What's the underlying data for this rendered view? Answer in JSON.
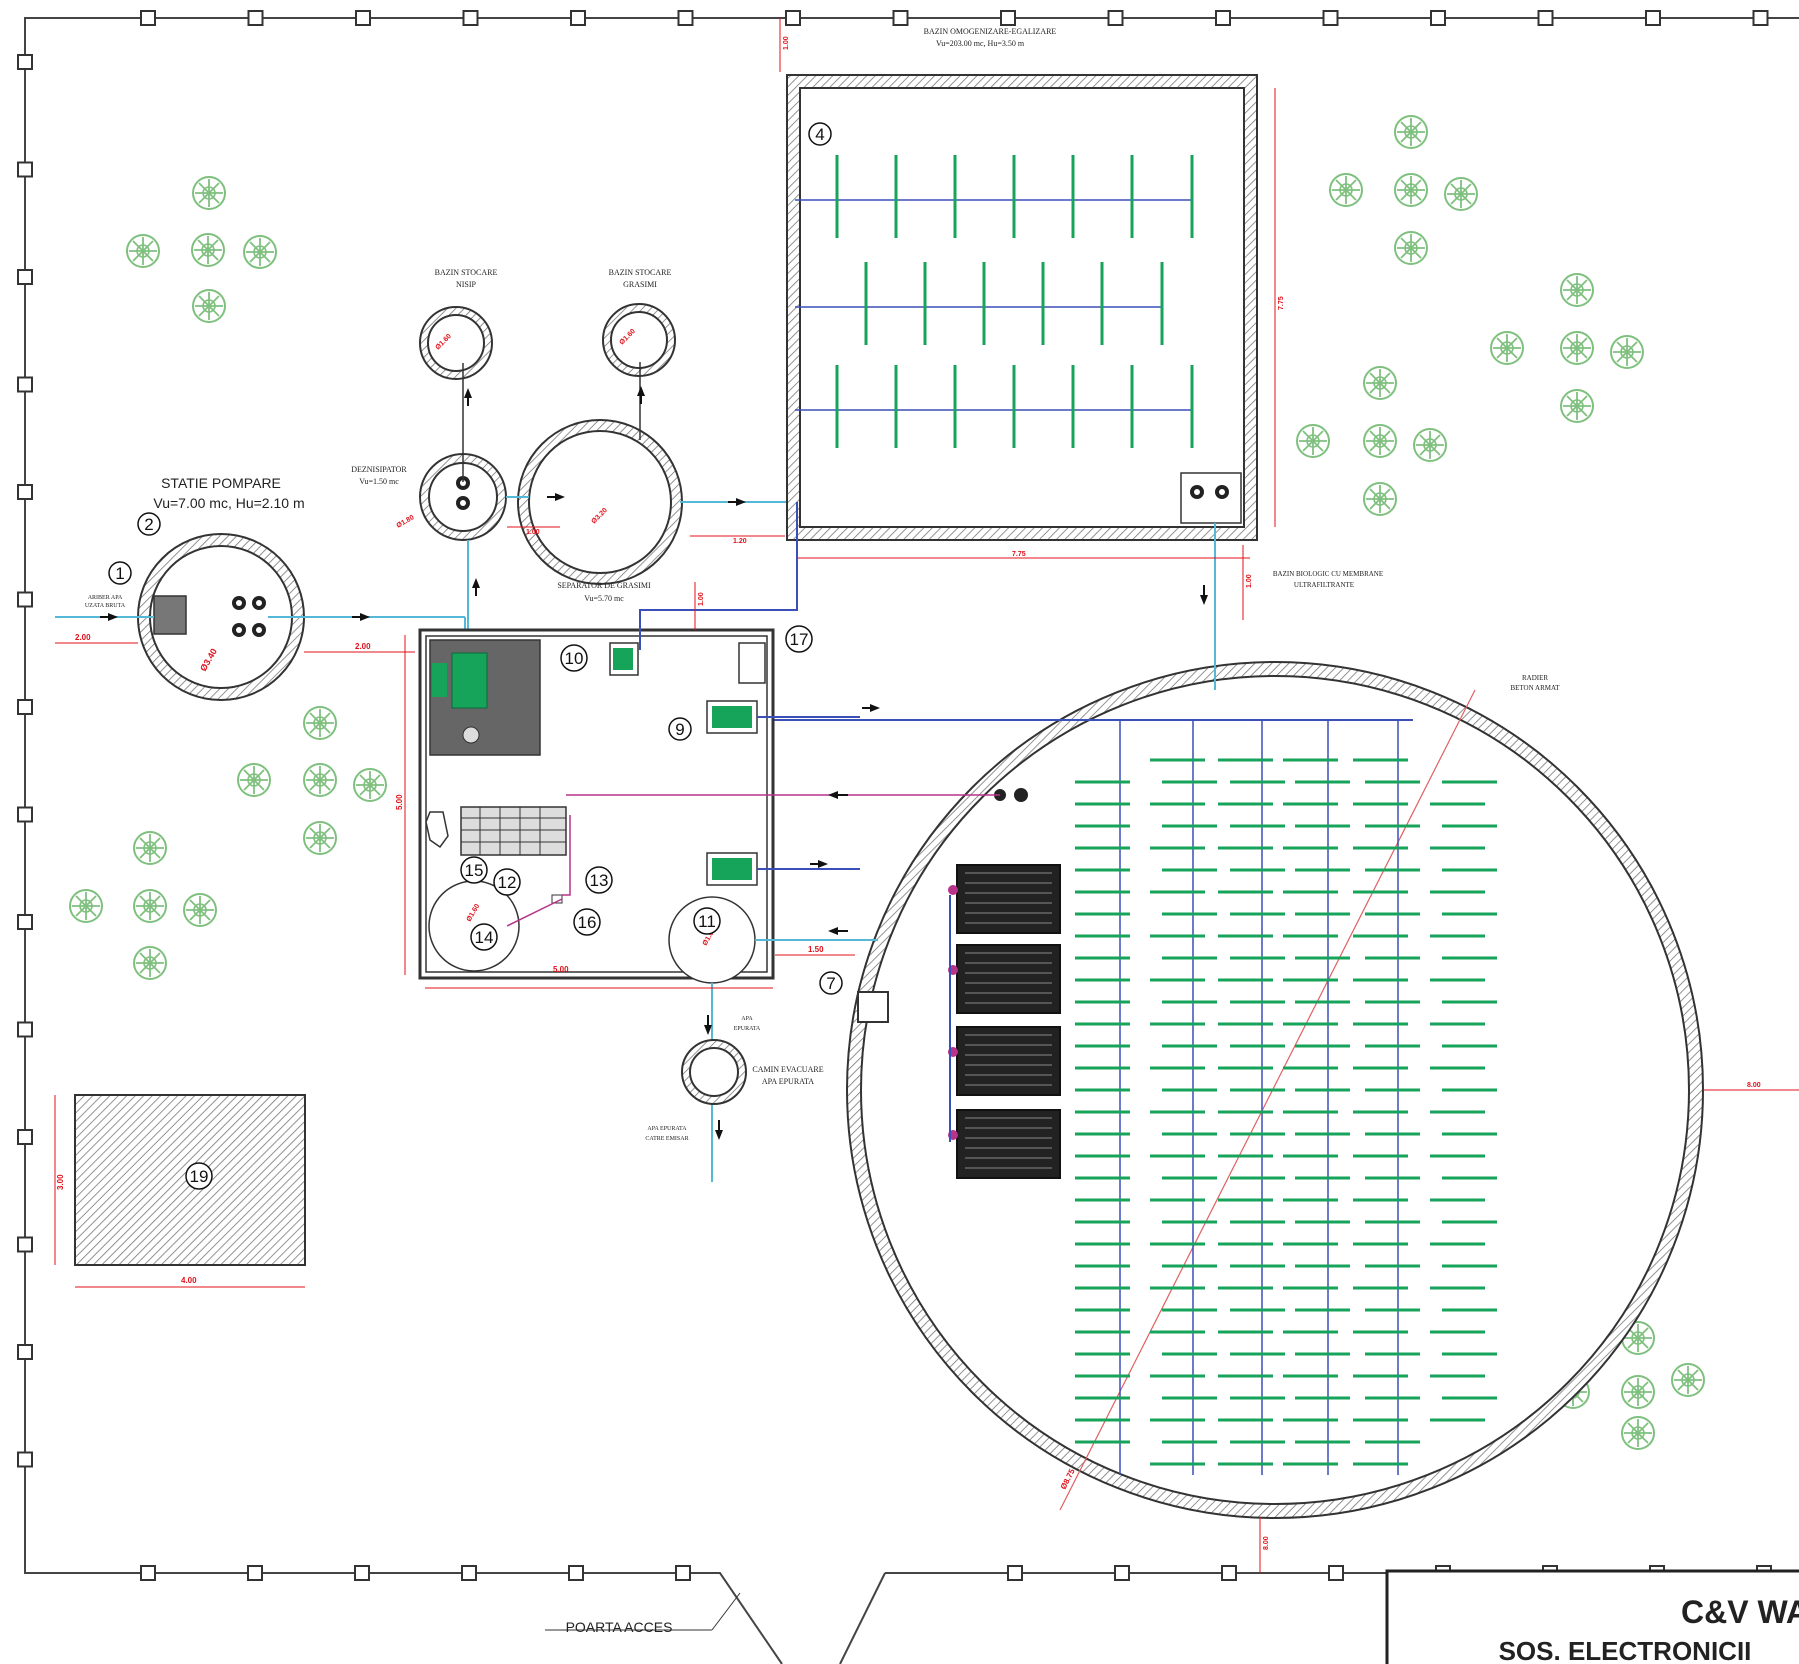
{
  "labels": {
    "statie_pompare_title": "STATIE POMPARE",
    "statie_pompare_volume": "Vu=7.00 mc, Hu=2.10 m",
    "bazin_omogenizare_title": "BAZIN OMOGENIZARE-EGALIZARE",
    "bazin_omogenizare_volume": "Vu=203.00 mc, Hu=3.50 m",
    "bazin_stocare_nisip": [
      "BAZIN STOCARE",
      "NISIP"
    ],
    "bazin_stocare_grasimi": [
      "BAZIN STOCARE",
      "GRASIMI"
    ],
    "deznisipator_title": "DEZNISIPATOR",
    "deznisipator_volume": "Vu=1.50 mc",
    "separator_title": "SEPARATOR DE GRASIMI",
    "separator_volume": "Vu=5.70 mc",
    "bazin_biologic": [
      "BAZIN BIOLOGIC CU MEMBRANE",
      "ULTRAFILTRANTE"
    ],
    "radier": [
      "RADIER",
      "BETON ARMAT"
    ],
    "camin_evacuare": [
      "CAMIN EVACUARE",
      "APA EPURATA"
    ],
    "apa_epurata_top": [
      "APA",
      "EPURATA"
    ],
    "apa_epurata_bottom": [
      "APA EPURATA",
      "CATRE EMISAR"
    ],
    "intrare_apa": [
      "ARIBER APA",
      "UZATA BRUTA"
    ],
    "poarta_acces": "POARTA ACCES",
    "title_block_line1": "C&V WA",
    "title_block_line2": "SOS. ELECTRONICII"
  },
  "markers": [
    "1",
    "2",
    "4",
    "7",
    "9",
    "10",
    "11",
    "12",
    "13",
    "14",
    "15",
    "16",
    "17",
    "19"
  ],
  "dimensions": {
    "d_top_gap": "1.00",
    "d_inlet": "2.00",
    "d_sp_to_building": "2.00",
    "d_sp_diameter": "Ø3.40",
    "d_dez_gap": "1.00",
    "d_sep_gap": "1.20",
    "d_dez_diameter": "Ø1.80",
    "d_sep_diameter": "Ø3.20",
    "d_nisip_diameter": "Ø1.60",
    "d_grasimi_diameter": "Ø1.60",
    "d_sep_to_building": "1.00",
    "d_omog_width": "7.75",
    "d_omog_height": "7.75",
    "d_omog_to_bio": "1.00",
    "d_building_height": "5.00",
    "d_building_width": "5.00",
    "d_build_to_bio": "1.50",
    "d_tank14": "Ø1.60",
    "d_tank11": "Ø1.60",
    "d_bio_diameter": "Ø8.75",
    "d_bio_bottom": "8.00",
    "d_right": "8.00",
    "d_19_width": "4.00",
    "d_19_height": "3.00"
  },
  "colors": {
    "wall": "#333333",
    "fence": "#444444",
    "pipe_blue": "#3a4fb8",
    "pipe_cyan": "#55b8d6",
    "diffuser_green": "#16a35a",
    "tree_green": "#7fc07f",
    "dimension_red": "#e0101a",
    "pipe_magenta": "#b8338a"
  }
}
